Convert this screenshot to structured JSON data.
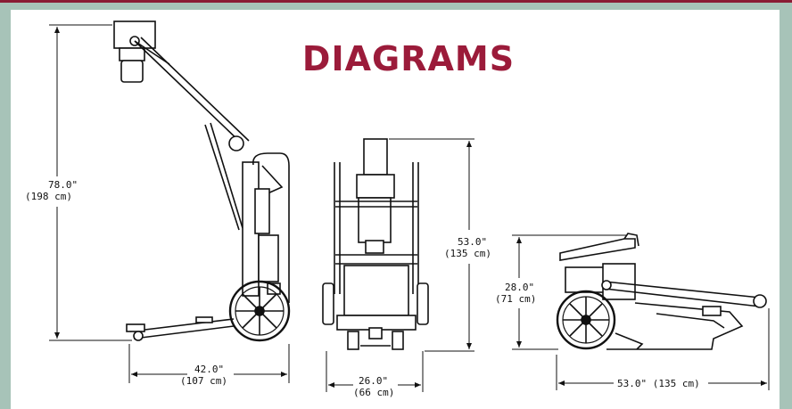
{
  "page": {
    "title": "DIAGRAMS",
    "colors": {
      "frame": "#a7c3b8",
      "accent": "#8a1c34",
      "title": "#9b1b3a",
      "line": "#111111"
    }
  },
  "views": {
    "side": {
      "height_in": "78.0\"",
      "height_cm": "(198  cm)",
      "length_in": "42.0\"",
      "length_cm": "(107  cm)"
    },
    "front": {
      "height_in": "53.0\"",
      "height_cm": "(135  cm)",
      "width_in": "26.0\"",
      "width_cm": "(66  cm)"
    },
    "folded": {
      "height_in": "28.0\"",
      "height_cm": "(71  cm)",
      "length": "53.0\"  (135  cm)"
    }
  }
}
